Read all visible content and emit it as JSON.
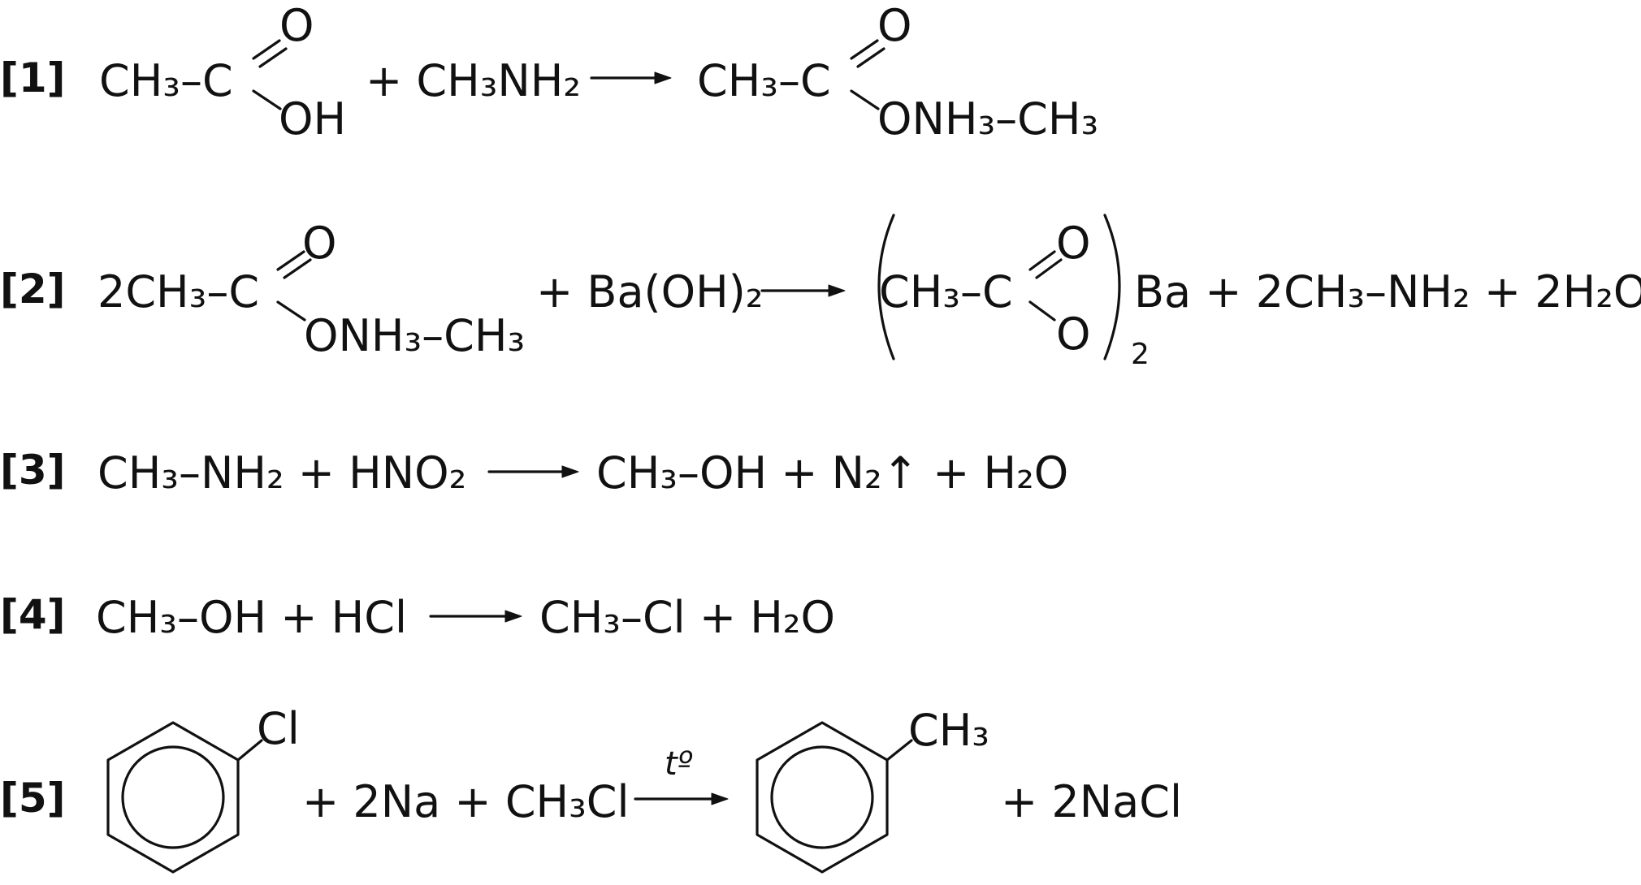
{
  "reactions": [
    {
      "number": "[1]",
      "r1_main": "CH₃–C",
      "r1_top": "O",
      "r1_bottom": "OH",
      "plus1": "+ CH₃NH₂",
      "p1_main": "CH₃–C",
      "p1_top": "O",
      "p1_bottom": "ONH₃–CH₃"
    },
    {
      "number": "[2]",
      "r1_main": "2CH₃–C",
      "r1_top": "O",
      "r1_bottom": "ONH₃–CH₃",
      "plus1": "+ Ba(OH)₂",
      "p1_main": "CH₃–C",
      "p1_top": "O",
      "p1_bottom": "O",
      "bracket_sub": "2",
      "tail": "Ba + 2CH₃–NH₂ + 2H₂O"
    },
    {
      "number": "[3]",
      "left": "CH₃–NH₂ + HNO₂",
      "right": "CH₃–OH + N₂↑ + H₂O"
    },
    {
      "number": "[4]",
      "left": "CH₃–OH + HCl",
      "right": "CH₃–Cl + H₂O"
    },
    {
      "number": "[5]",
      "ring1_sub": "Cl",
      "left": "+ 2Na + CH₃Cl",
      "condition": "tº",
      "ring2_sub": "CH₃",
      "right": "+ 2NaCl"
    }
  ]
}
